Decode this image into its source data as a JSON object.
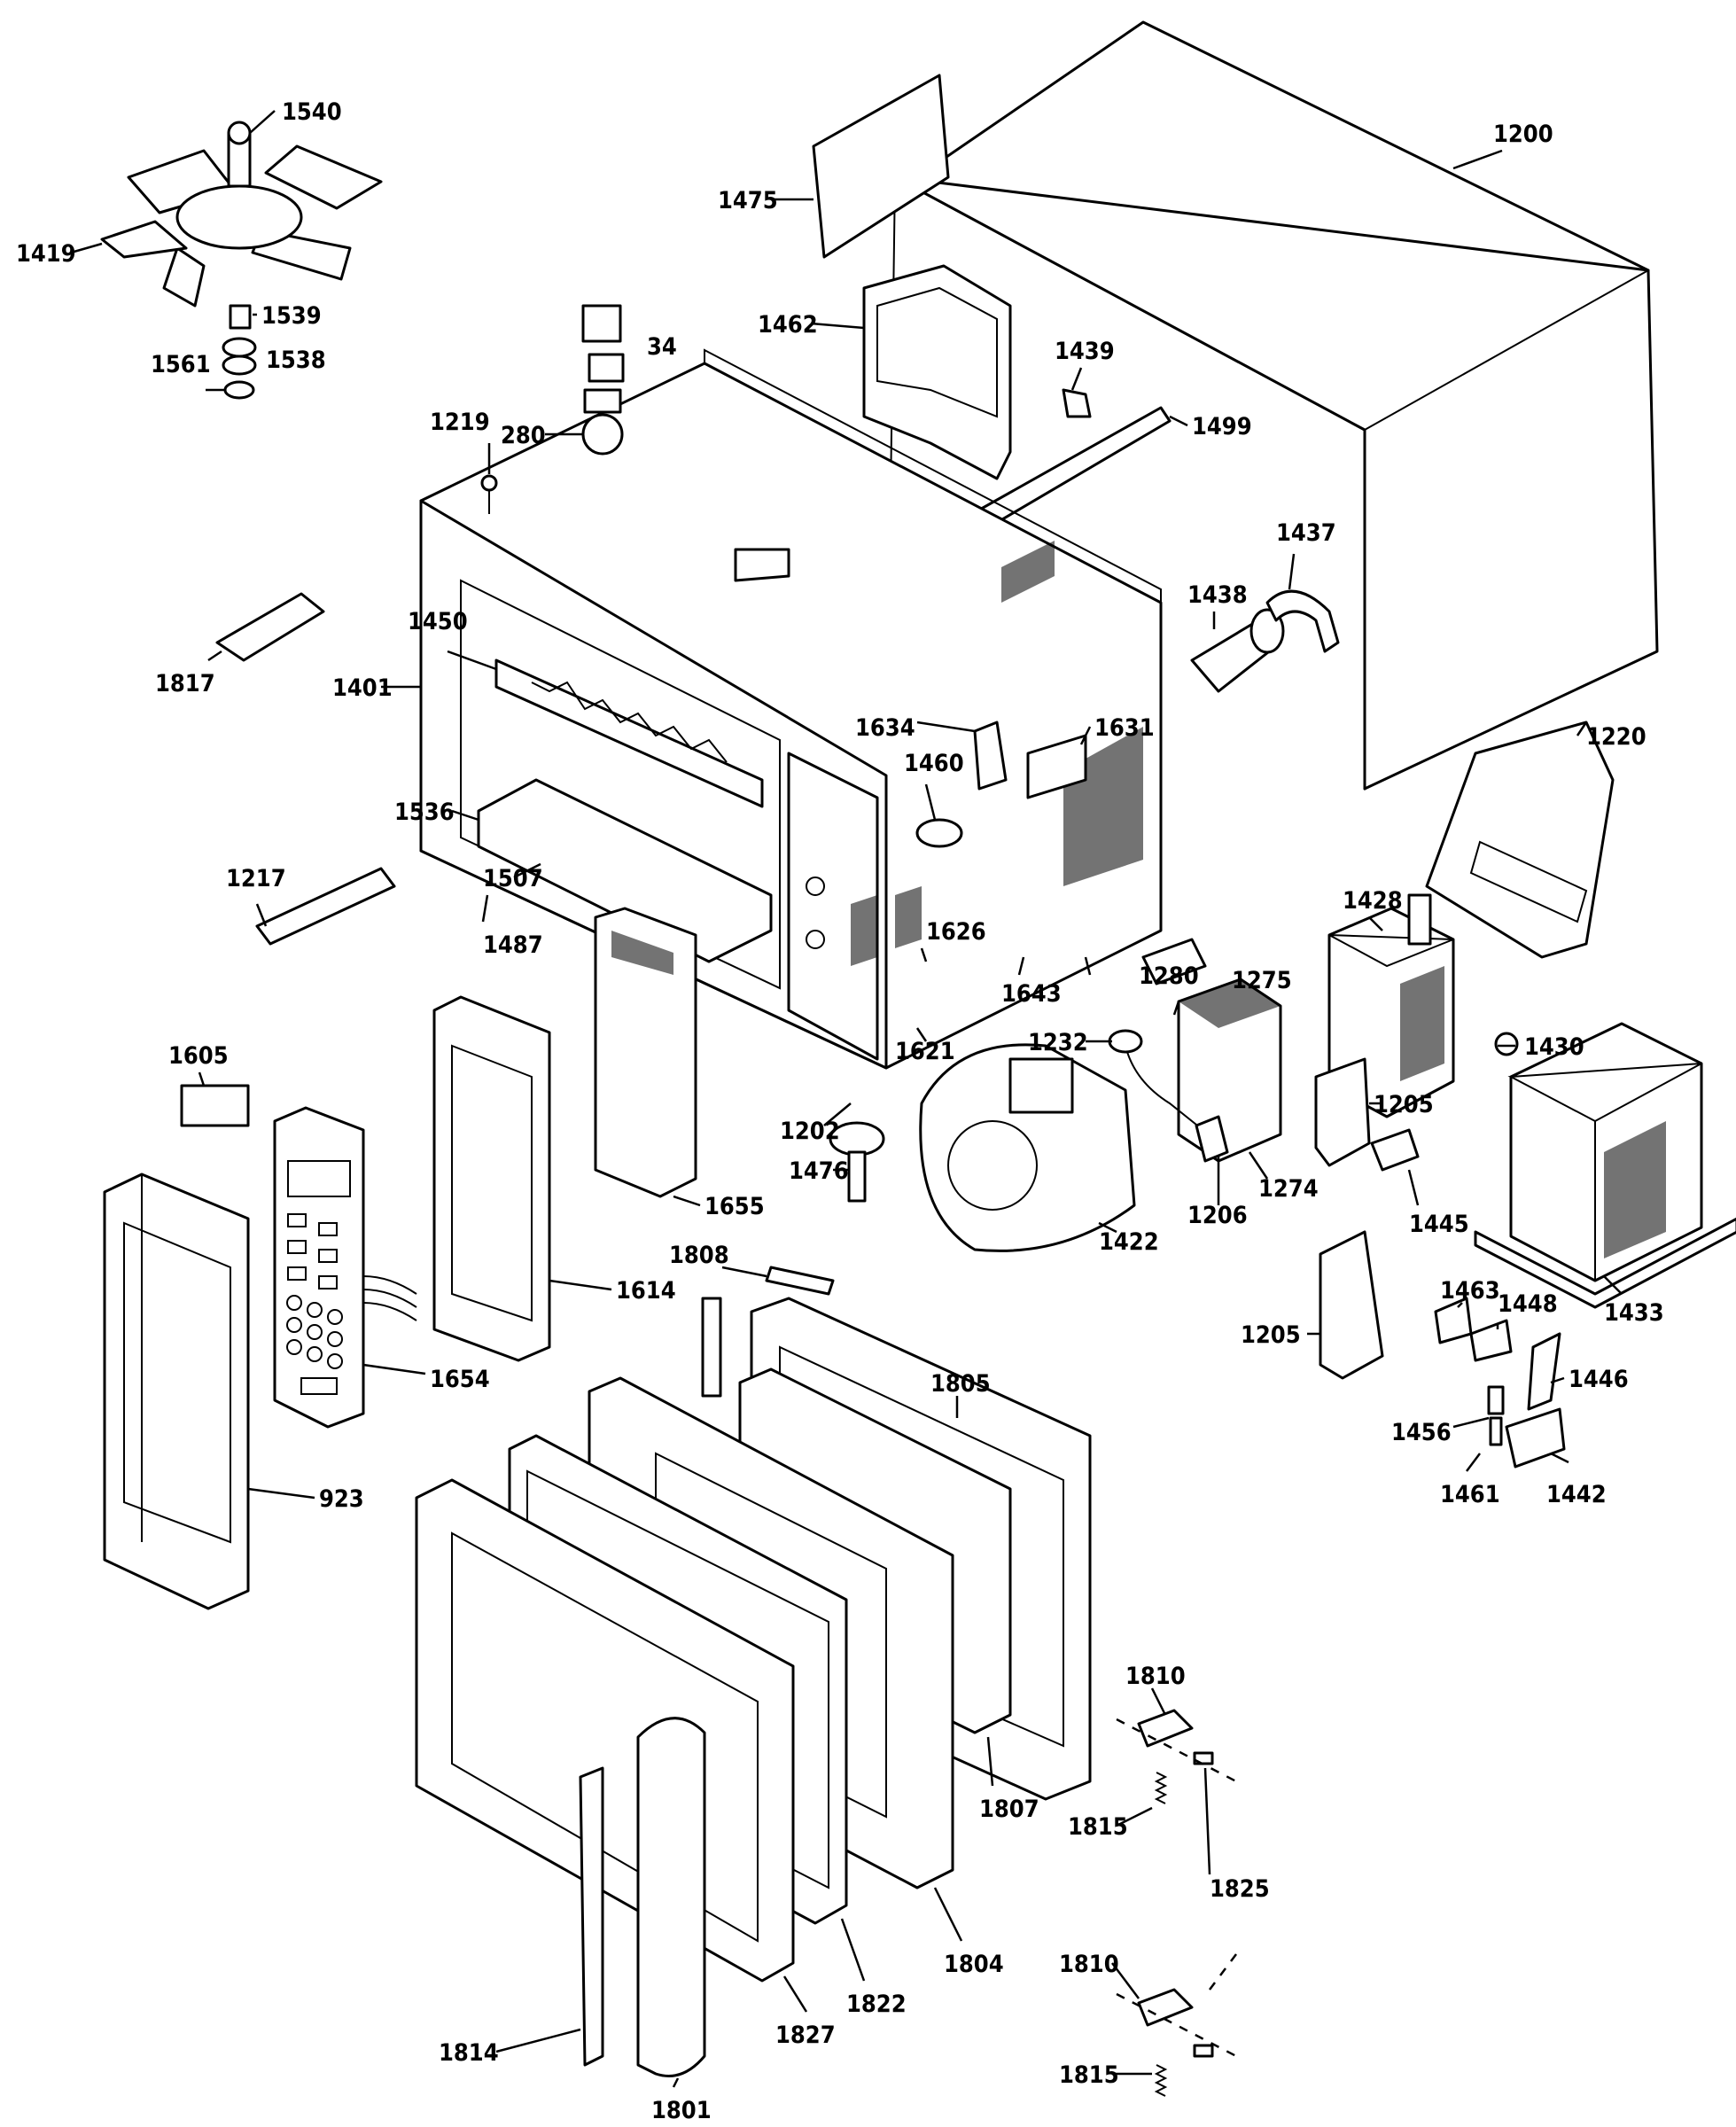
{
  "part_labels": {
    "p1200": "1200",
    "p1475": "1475",
    "p1540": "1540",
    "p1419": "1419",
    "p1539": "1539",
    "p1538": "1538",
    "p1561": "1561",
    "p34": "34",
    "p280": "280",
    "p1462": "1462",
    "p1439": "1439",
    "p1499": "1499",
    "p1219": "1219",
    "p1437": "1437",
    "p1438": "1438",
    "p1450": "1450",
    "p1401": "1401",
    "p1817": "1817",
    "p1634": "1634",
    "p1631": "1631",
    "p1460": "1460",
    "p1220": "1220",
    "p1536": "1536",
    "p1428": "1428",
    "p1217": "1217",
    "p1507": "1507",
    "p1626": "1626",
    "p1487": "1487",
    "p1280": "1280",
    "p1275": "1275",
    "p1643": "1643",
    "p1430": "1430",
    "p1605": "1605",
    "p1232": "1232",
    "p1621": "1621",
    "p1202": "1202",
    "p1205a": "1205",
    "p1476": "1476",
    "p1655": "1655",
    "p1206": "1206",
    "p1274": "1274",
    "p1445": "1445",
    "p1422": "1422",
    "p1808": "1808",
    "p1433": "1433",
    "p1614": "1614",
    "p1463": "1463",
    "p1448": "1448",
    "p1205b": "1205",
    "p1654": "1654",
    "p1805": "1805",
    "p1446": "1446",
    "p1456": "1456",
    "p923": "923",
    "p1461": "1461",
    "p1442": "1442",
    "p1810a": "1810",
    "p1807": "1807",
    "p1815a": "1815",
    "p1825": "1825",
    "p1804": "1804",
    "p1810b": "1810",
    "p1822": "1822",
    "p1814": "1814",
    "p1827": "1827",
    "p1815b": "1815",
    "p1801": "1801"
  }
}
